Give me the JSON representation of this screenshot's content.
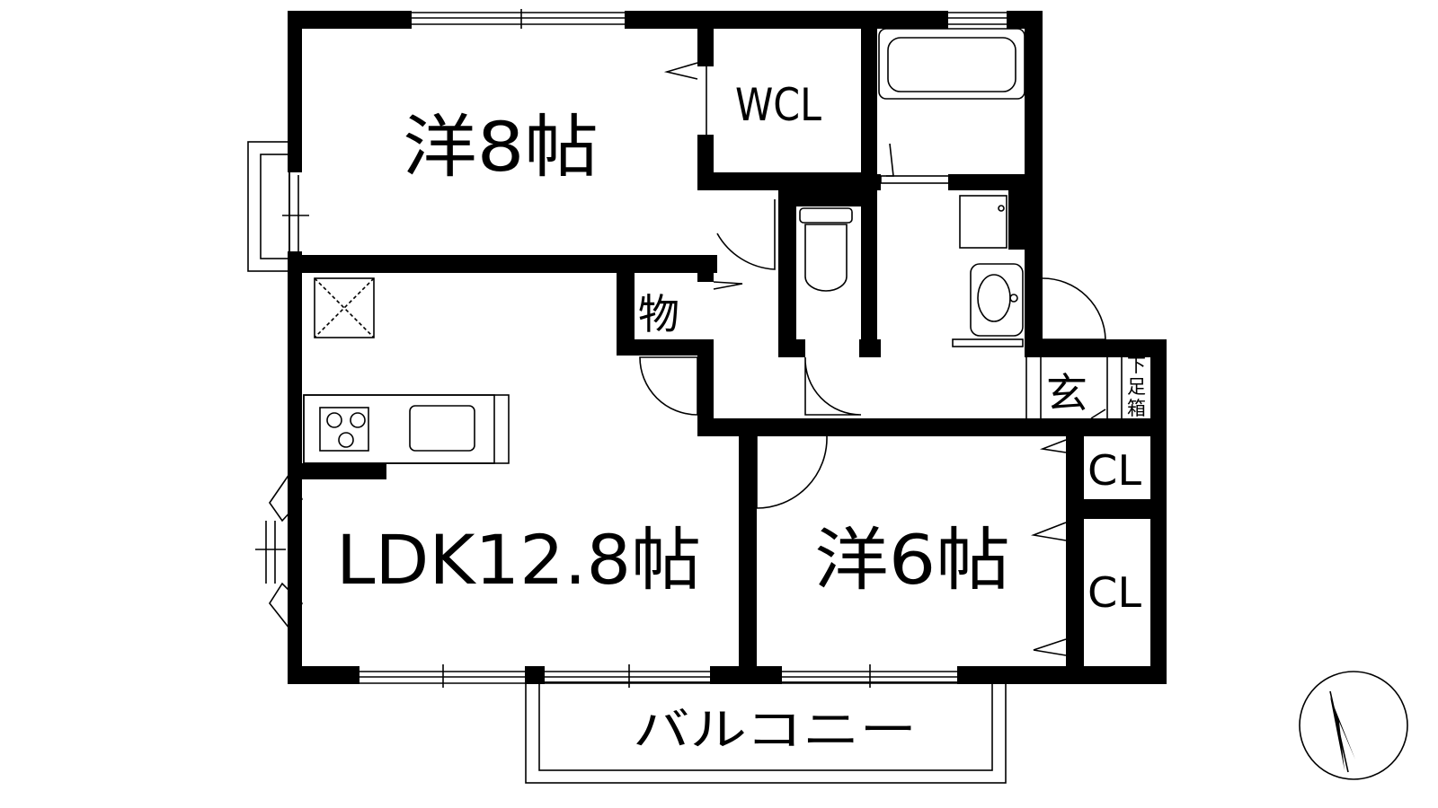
{
  "rooms": {
    "western_8": "洋8帖",
    "wcl": "WCL",
    "storage": "物",
    "ldk": "LDK12.8帖",
    "western_6": "洋6帖",
    "entrance": "玄",
    "shoe_box_chars": [
      "下",
      "足",
      "箱"
    ],
    "closet_1": "CL",
    "closet_2": "CL"
  },
  "balcony": "バルコニー",
  "compass_icon": "north-arrow-icon"
}
